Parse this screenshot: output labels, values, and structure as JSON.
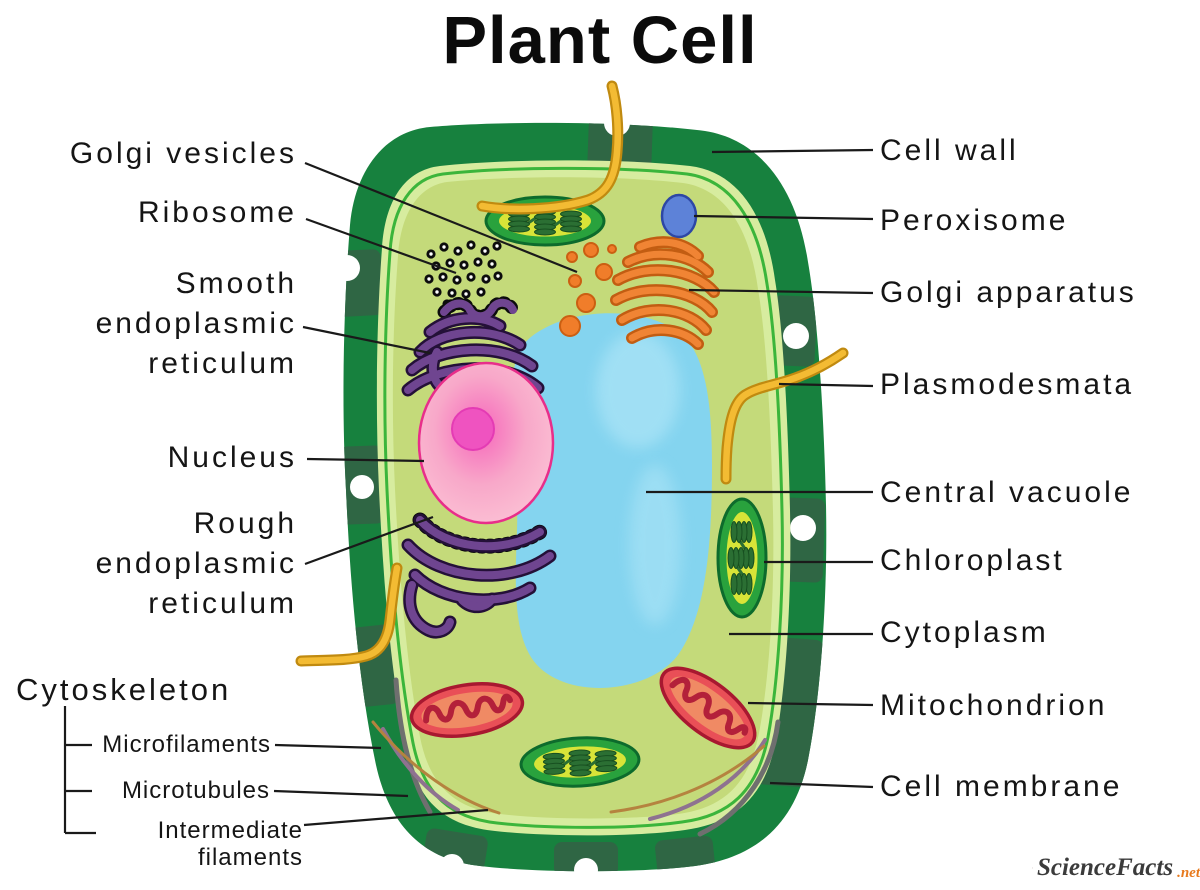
{
  "title": "Plant Cell",
  "labels": {
    "left": [
      {
        "text": "Golgi vesicles"
      },
      {
        "text": "Ribosome"
      },
      {
        "text": "Smooth\nendoplasmic\nreticulum"
      },
      {
        "text": "Nucleus"
      },
      {
        "text": "Rough\nendoplasmic\nreticulum"
      }
    ],
    "right": [
      {
        "text": "Cell wall"
      },
      {
        "text": "Peroxisome"
      },
      {
        "text": "Golgi apparatus"
      },
      {
        "text": "Plasmodesmata"
      },
      {
        "text": "Central vacuole"
      },
      {
        "text": "Chloroplast"
      },
      {
        "text": "Cytoplasm"
      },
      {
        "text": "Mitochondrion"
      },
      {
        "text": "Cell membrane"
      }
    ],
    "cytoskeleton": {
      "title": "Cytoskeleton",
      "items": [
        {
          "text": "Microfilaments"
        },
        {
          "text": "Microtubules"
        },
        {
          "text": "Intermediate\nfilaments"
        }
      ]
    }
  },
  "watermark": {
    "brand": "ScienceFacts",
    "tld": ".net"
  },
  "colors": {
    "text": "#151515",
    "leaderLine": "#1a1a1a",
    "cellWall": "#17813e",
    "cellWallShade": "#2f6644",
    "innerStrip": "#d7ec9f",
    "membrane": "#3bb53b",
    "cytoplasm": "#c4da7a",
    "vacuole": "#84d4ef",
    "nucleus": "#f8a8c9",
    "nucleusRim": "#e82e8a",
    "nucleolus": "#ef53c0",
    "endoplasmicReticulum": "#6f4590",
    "golgi": "#f08434",
    "peroxisome": "#5d82d8",
    "chloroplastRing": "#29a23d",
    "chloroplastInner": "#d8e438",
    "thylakoid": "#2b6f33",
    "mitochondrion": "#e94f57",
    "mitochondrionInner": "#f08a64",
    "cristae": "#b3203a",
    "plasmodesmataYellow": "#f3bb33",
    "microtubuleGray": "#6f6f6f",
    "microfilamentBrown": "#b5833f",
    "intermediateFilamentPurple": "#8e7290",
    "brandOrange": "#e87a1d"
  }
}
